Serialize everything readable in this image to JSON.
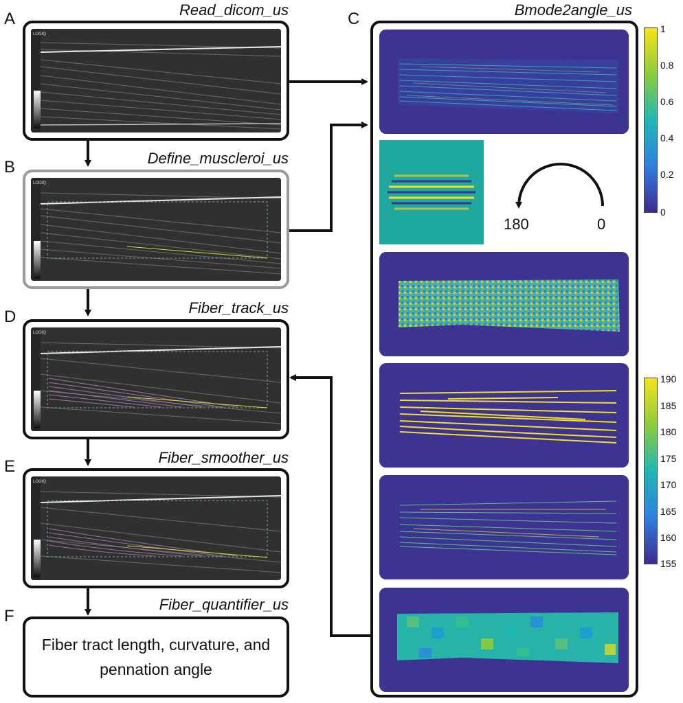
{
  "panels": {
    "a": {
      "letter": "A",
      "title": "Read_dicom_us"
    },
    "b": {
      "letter": "B",
      "title": "Define_muscleroi_us"
    },
    "c": {
      "letter": "C",
      "title": "Bmode2angle_us"
    },
    "d": {
      "letter": "D",
      "title": "Fiber_track_us"
    },
    "e": {
      "letter": "E",
      "title": "Fiber_smoother_us"
    },
    "f": {
      "letter": "F",
      "title": "Fiber_quantifier_us",
      "result_text": "Fiber tract length, curvature, and pennation angle"
    }
  },
  "us_logo": "LOGIQ",
  "colorbar_top": {
    "ticks": [
      "1",
      "0.8",
      "0.6",
      "0.4",
      "0.2",
      "0"
    ],
    "colors": [
      "#3e2b8e",
      "#2f7fe0",
      "#1fb8b5",
      "#8ccc3b",
      "#f5e21b"
    ]
  },
  "colorbar_bottom": {
    "ticks": [
      "190",
      "185",
      "180",
      "175",
      "170",
      "165",
      "160",
      "155"
    ],
    "colors": [
      "#3e2b8e",
      "#2f7fe0",
      "#1fb8b5",
      "#8ccc3b",
      "#f5e21b"
    ]
  },
  "angle_arc": {
    "left_label": "180",
    "right_label": "0"
  },
  "colors": {
    "parula_bg": "#3c3393",
    "box_border": "#111111",
    "roi_border": "#9a9a9a"
  }
}
